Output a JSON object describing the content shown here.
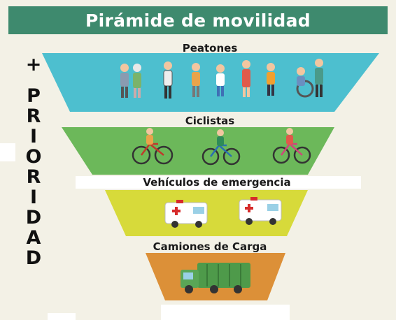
{
  "title": "Pirámide de movilidad",
  "priority_sign": "+",
  "priority_word": [
    "P",
    "R",
    "I",
    "O",
    "R",
    "I",
    "D",
    "A",
    "D"
  ],
  "levels": [
    {
      "label": "Peatones",
      "color": "#4dbfcf"
    },
    {
      "label": "Ciclistas",
      "color": "#6cb85a"
    },
    {
      "label": "Vehículos de emergencia",
      "color": "#d7da3a"
    },
    {
      "label": "Camiones de Carga",
      "color": "#dc9038"
    }
  ],
  "colors": {
    "title_bar": "#3e8a6e",
    "background": "#f3f1e6"
  }
}
